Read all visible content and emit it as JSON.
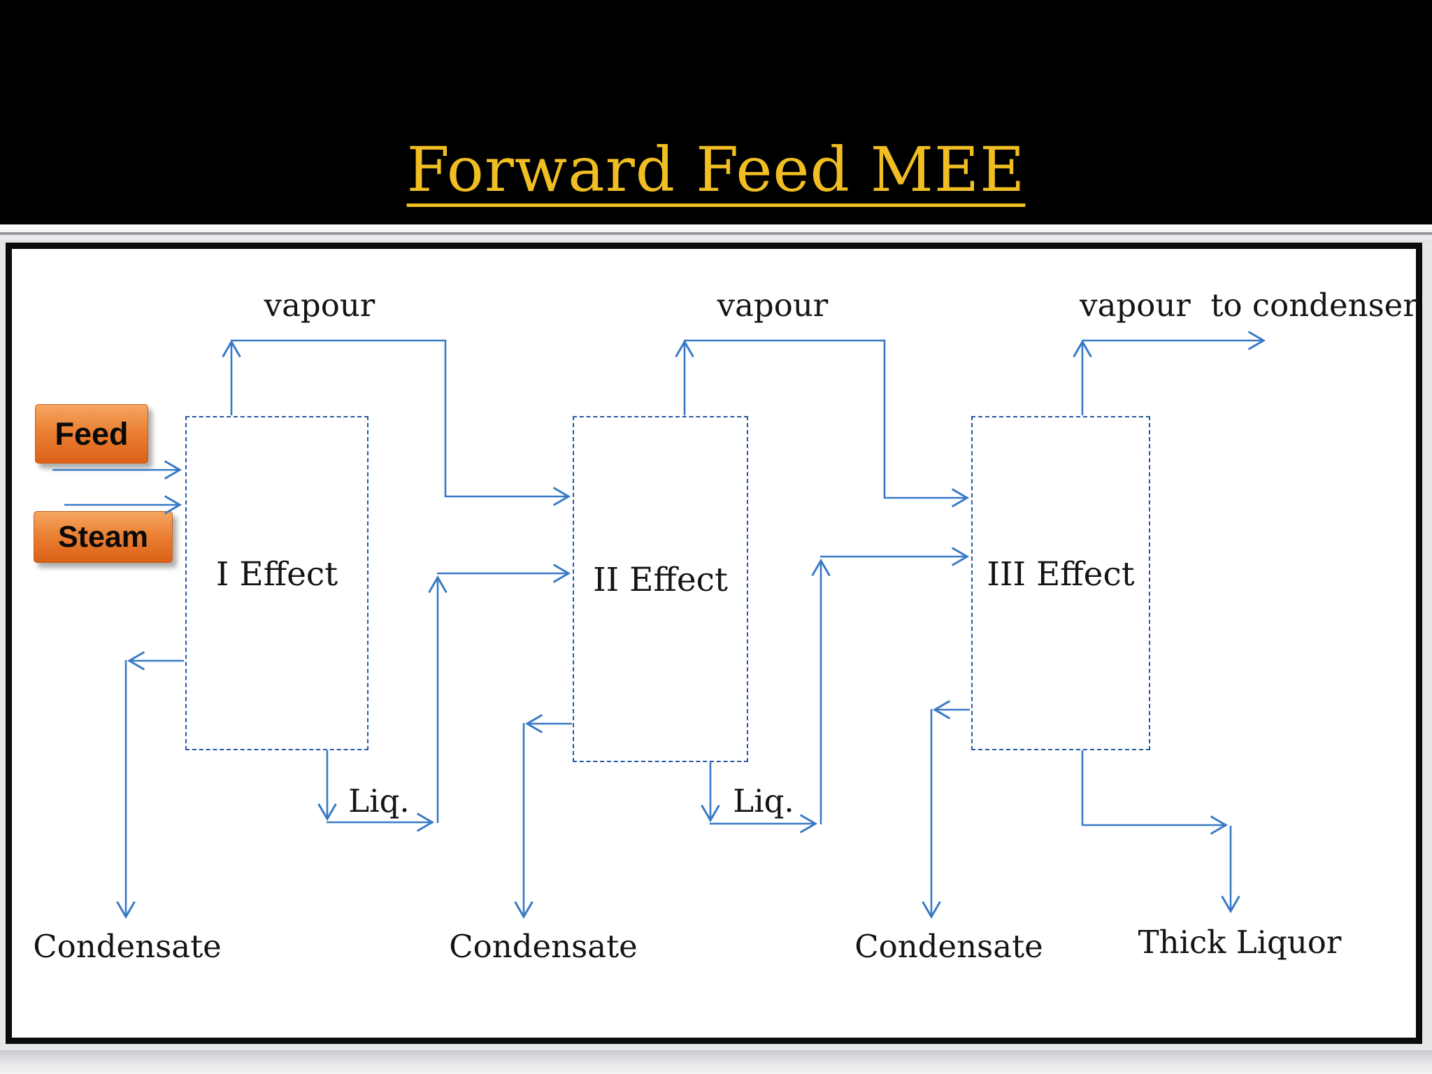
{
  "header": {
    "title": "Forward Feed MEE"
  },
  "diagram": {
    "effects": [
      {
        "label": "I Effect"
      },
      {
        "label": "II Effect"
      },
      {
        "label": "III Effect"
      }
    ],
    "inputs": {
      "feed": "Feed",
      "steam": "Steam"
    },
    "flow_labels": {
      "vapour1": "vapour",
      "vapour2": "vapour",
      "vapour3": "vapour  to condenser",
      "liq1": "Liq.",
      "liq2": "Liq.",
      "condensate1": "Condensate",
      "condensate2": "Condensate",
      "condensate3": "Condensate",
      "thick_liquor": "Thick Liquor"
    },
    "colors": {
      "line_blue": "#3879C6",
      "box_border_blue": "#2857A4",
      "orange_fill": "#E8752A",
      "title_gold": "#F0BE22",
      "header_black": "#000000"
    }
  }
}
